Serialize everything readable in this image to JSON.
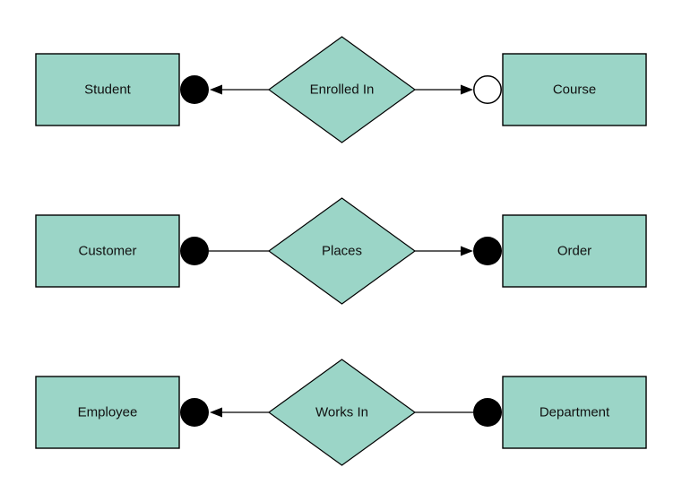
{
  "page": {
    "background": "#ffffff"
  },
  "diagram": {
    "type": "entity-relationship",
    "style": {
      "node_fill": "#9bd5c7",
      "node_border": "#000000",
      "line_color": "#000000",
      "text_color": "#111111",
      "filled_dot_color": "#000000",
      "open_dot_fill": "#ffffff",
      "open_dot_border": "#000000"
    },
    "rows": [
      {
        "left_entity": "Student",
        "relationship": "Enrolled In",
        "right_entity": "Course",
        "left_connector": {
          "dot": "filled",
          "arrowhead": "points-left"
        },
        "right_connector": {
          "dot": "open",
          "arrowhead": "points-right"
        }
      },
      {
        "left_entity": "Customer",
        "relationship": "Places",
        "right_entity": "Order",
        "left_connector": {
          "dot": "filled",
          "arrowhead": "none"
        },
        "right_connector": {
          "dot": "filled",
          "arrowhead": "points-right"
        }
      },
      {
        "left_entity": "Employee",
        "relationship": "Works In",
        "right_entity": "Department",
        "left_connector": {
          "dot": "filled",
          "arrowhead": "points-left"
        },
        "right_connector": {
          "dot": "filled",
          "arrowhead": "none"
        }
      }
    ]
  }
}
